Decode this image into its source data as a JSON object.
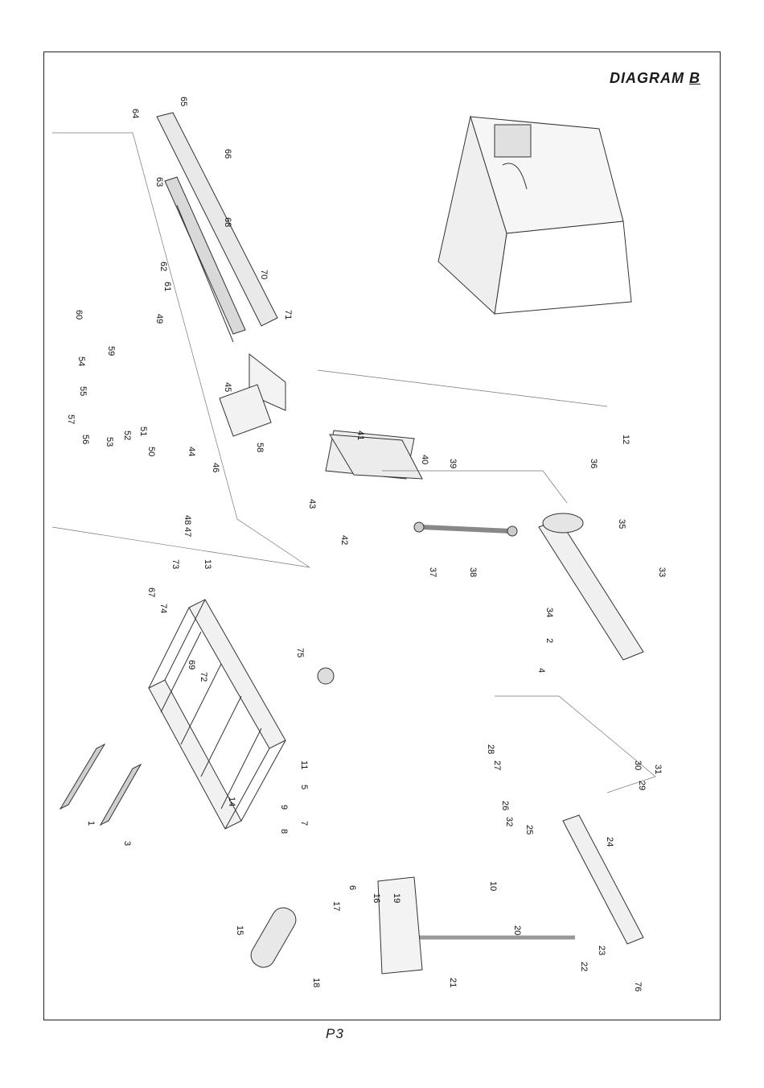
{
  "diagram": {
    "title": "DIAGRAM",
    "title_letter": "B",
    "page_number": "P3",
    "callouts": [
      {
        "label": "1"
      },
      {
        "label": "3"
      },
      {
        "label": "13"
      },
      {
        "label": "14"
      },
      {
        "label": "73"
      },
      {
        "label": "67"
      },
      {
        "label": "74"
      },
      {
        "label": "69"
      },
      {
        "label": "72"
      },
      {
        "label": "75"
      },
      {
        "label": "11"
      },
      {
        "label": "5"
      },
      {
        "label": "9"
      },
      {
        "label": "8"
      },
      {
        "label": "7"
      },
      {
        "label": "15"
      },
      {
        "label": "17"
      },
      {
        "label": "6"
      },
      {
        "label": "16"
      },
      {
        "label": "19"
      },
      {
        "label": "10"
      },
      {
        "label": "20"
      },
      {
        "label": "22"
      },
      {
        "label": "23"
      },
      {
        "label": "21"
      },
      {
        "label": "18"
      },
      {
        "label": "76"
      },
      {
        "label": "24"
      },
      {
        "label": "28"
      },
      {
        "label": "27"
      },
      {
        "label": "26"
      },
      {
        "label": "32"
      },
      {
        "label": "25"
      },
      {
        "label": "29"
      },
      {
        "label": "30"
      },
      {
        "label": "31"
      },
      {
        "label": "4"
      },
      {
        "label": "2"
      },
      {
        "label": "34"
      },
      {
        "label": "33"
      },
      {
        "label": "37"
      },
      {
        "label": "38"
      },
      {
        "label": "42"
      },
      {
        "label": "43"
      },
      {
        "label": "41"
      },
      {
        "label": "40"
      },
      {
        "label": "39"
      },
      {
        "label": "35"
      },
      {
        "label": "36"
      },
      {
        "label": "12"
      },
      {
        "label": "57"
      },
      {
        "label": "56"
      },
      {
        "label": "53"
      },
      {
        "label": "52"
      },
      {
        "label": "51"
      },
      {
        "label": "50"
      },
      {
        "label": "55"
      },
      {
        "label": "54"
      },
      {
        "label": "60"
      },
      {
        "label": "59"
      },
      {
        "label": "49"
      },
      {
        "label": "44"
      },
      {
        "label": "46"
      },
      {
        "label": "58"
      },
      {
        "label": "48"
      },
      {
        "label": "47"
      },
      {
        "label": "45"
      },
      {
        "label": "61"
      },
      {
        "label": "62"
      },
      {
        "label": "63"
      },
      {
        "label": "64"
      },
      {
        "label": "65"
      },
      {
        "label": "66"
      },
      {
        "label": "68"
      },
      {
        "label": "70"
      },
      {
        "label": "71"
      }
    ]
  }
}
